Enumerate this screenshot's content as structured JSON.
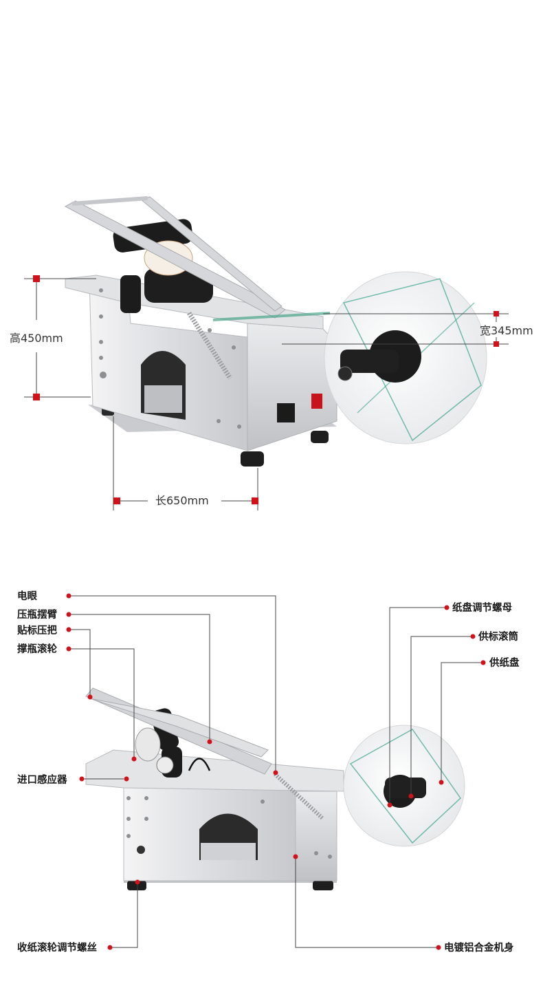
{
  "dimensions": {
    "height": "高450mm",
    "width": "宽345mm",
    "length": "长650mm"
  },
  "callouts_left": {
    "sensor": "电眼",
    "press_arm": "压瓶摆臂",
    "label_press_handle": "贴标压把",
    "support_roller": "撑瓶滚轮",
    "inlet_sensor": "进口感应器",
    "rewind_screw": "收纸滚轮调节螺丝"
  },
  "callouts_right": {
    "reel_nut": "纸盘调节螺母",
    "label_drum": "供标滚筒",
    "reel": "供纸盘",
    "body": "电镀铝合金机身"
  },
  "colors": {
    "marker": "#d0131b",
    "line": "#444444",
    "metal": "#d9dadc",
    "roller": "#1c1c1c"
  }
}
